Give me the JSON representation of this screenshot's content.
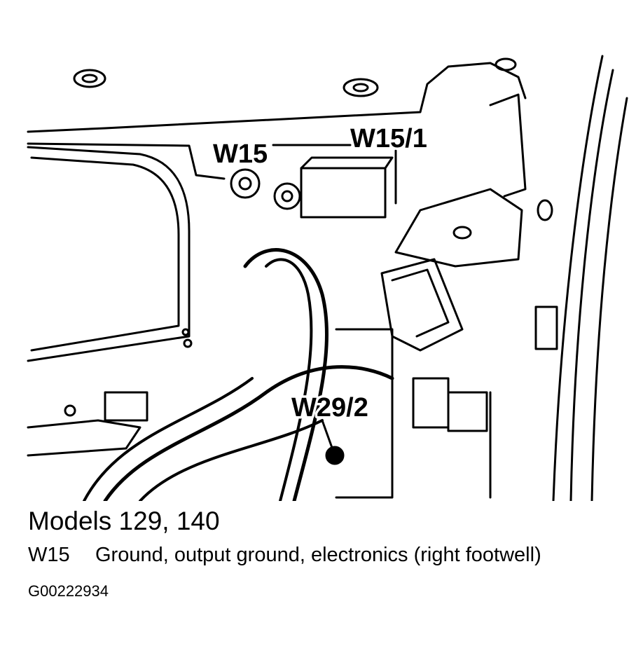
{
  "callouts": {
    "w15": "W15",
    "w15_1": "W15/1",
    "w29_2": "W29/2"
  },
  "caption": {
    "title": "Models 129, 140",
    "legend_code": "W15",
    "legend_text": "Ground, output ground, electronics (right footwell)",
    "figure_id": "G00222934"
  }
}
